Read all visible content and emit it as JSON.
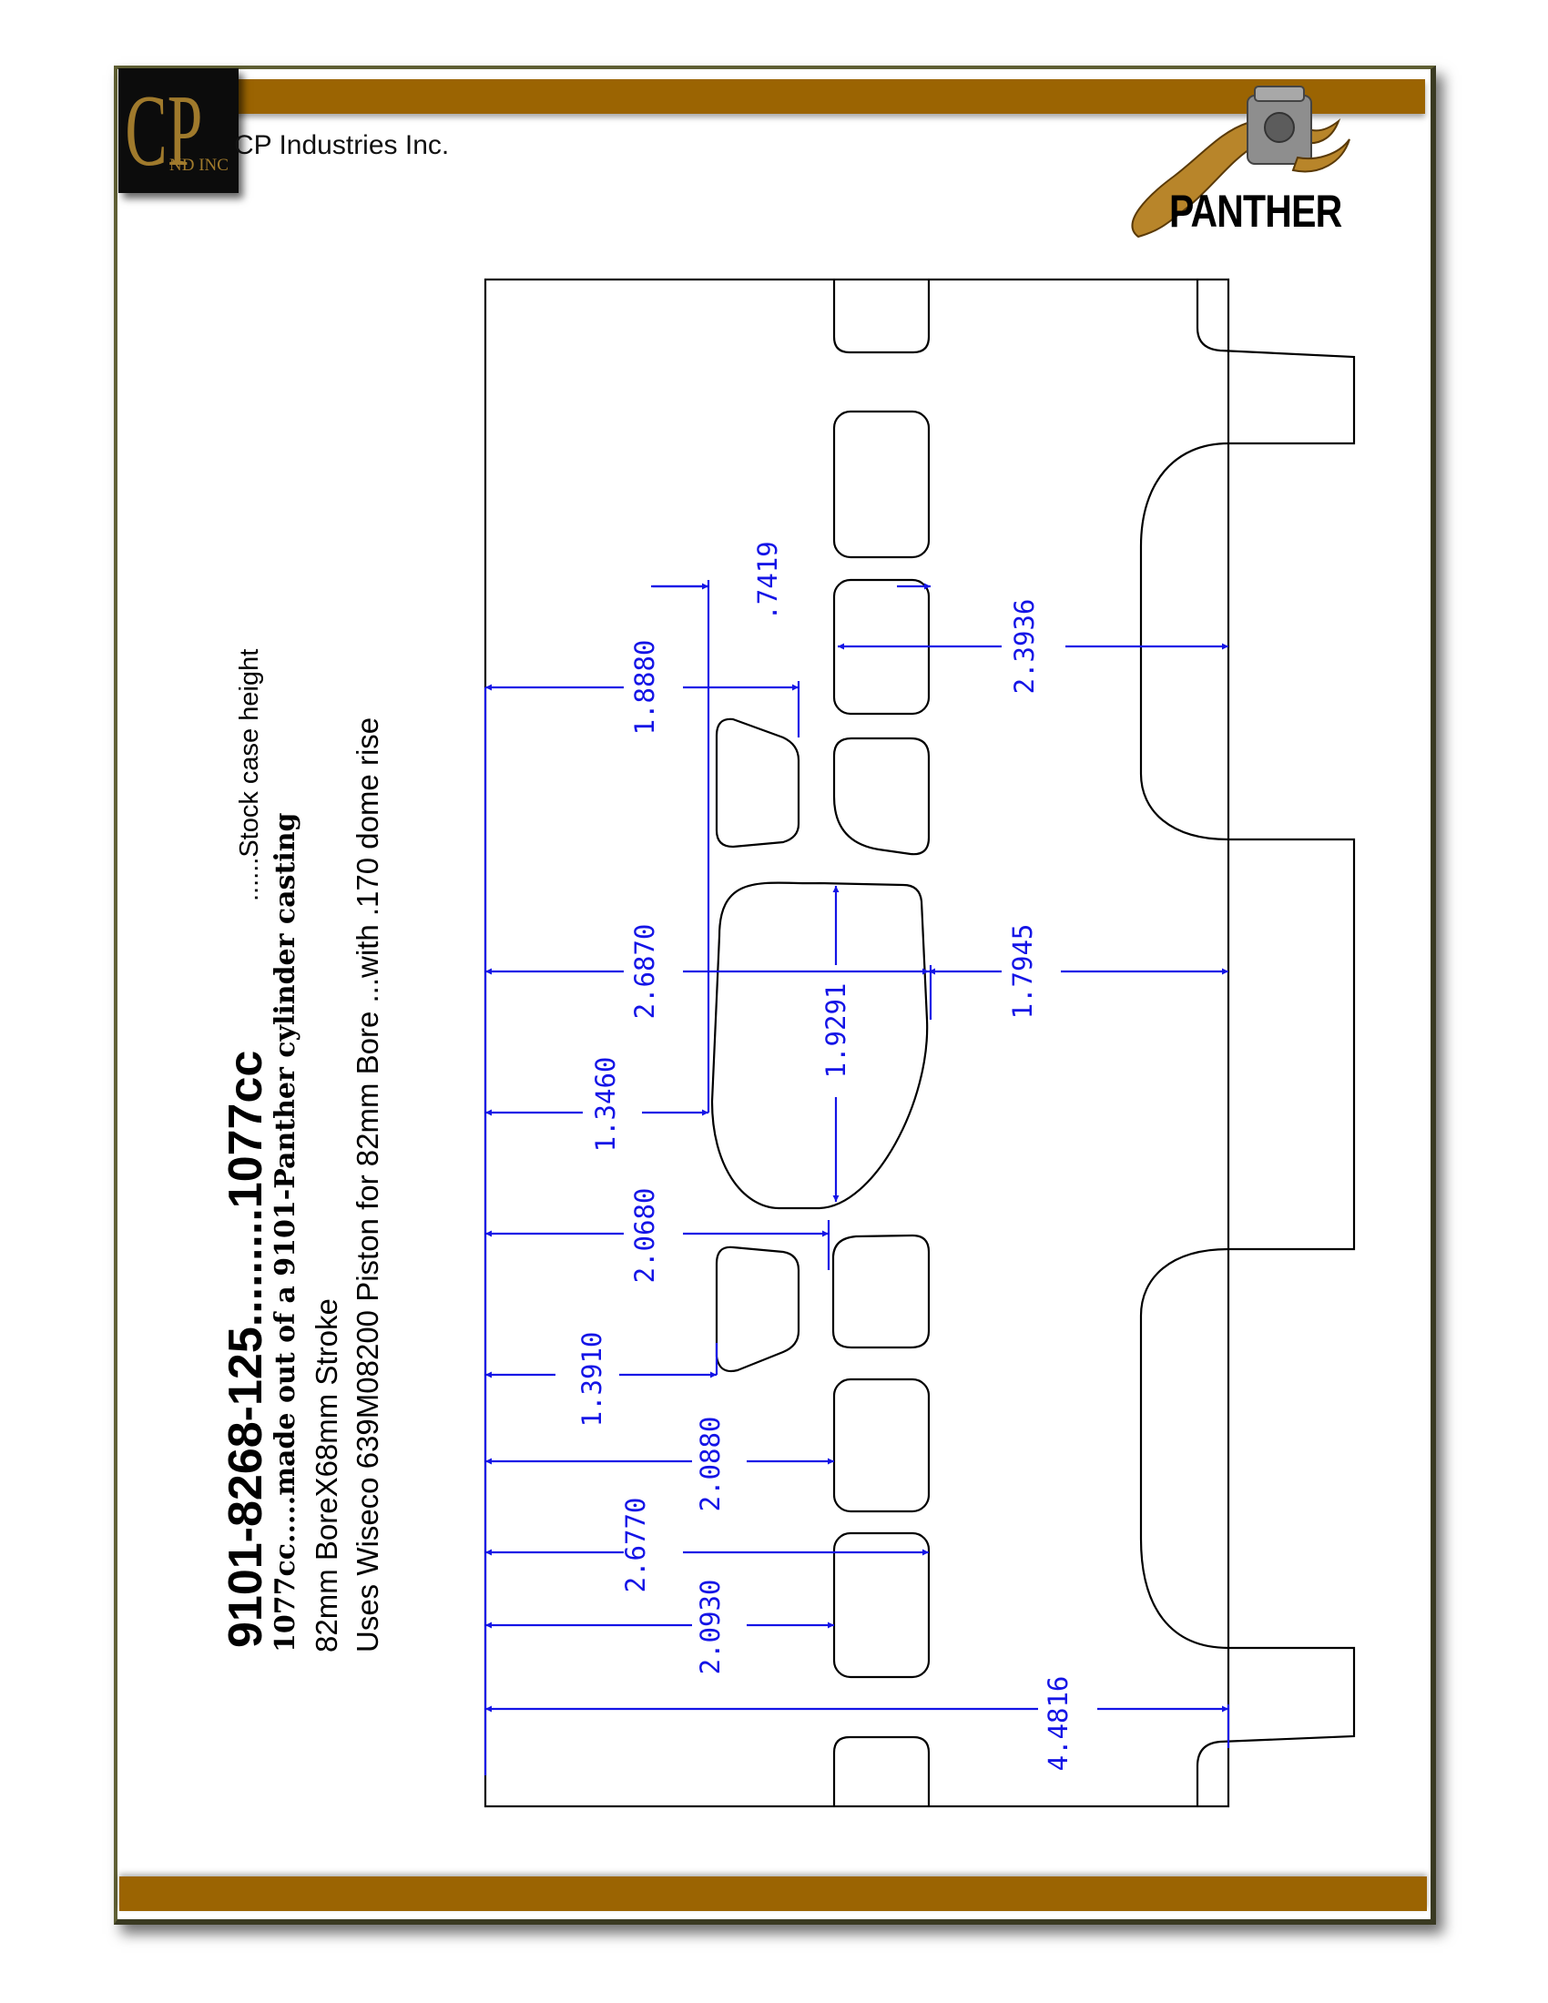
{
  "header": {
    "logo_letters": "CP",
    "logo_sub": "ND INC",
    "company_name": "CP Industries Inc.",
    "brand_logo_text": "PANTHER"
  },
  "notes": {
    "part_number": "9101-8268-125.........1077cc",
    "stock_case_height": "......Stock case height",
    "casting_note": "1077cc.....made out of a 9101-Panther cylinder casting",
    "bore_stroke": "82mm BoreX68mm Stroke",
    "piston_note": "Uses Wiseco 639M08200 Piston for 82mm Bore ...with .170 dome rise"
  },
  "dimensions": {
    "d_7419": ".7419",
    "d_18880": "1.8880",
    "d_23936": "2.3936",
    "d_26870": "2.6870",
    "d_17945": "1.7945",
    "d_19291": "1.9291",
    "d_13460": "1.3460",
    "d_20680": "2.0680",
    "d_13910": "1.3910",
    "d_20880": "2.0880",
    "d_26770": "2.6770",
    "d_20930": "2.0930",
    "d_44816": "4.4816"
  },
  "colors": {
    "dimension_blue": "#1414e6",
    "outline_black": "#000000",
    "bar_brown": "#9b6402",
    "logo_gold": "#a07a2c"
  }
}
